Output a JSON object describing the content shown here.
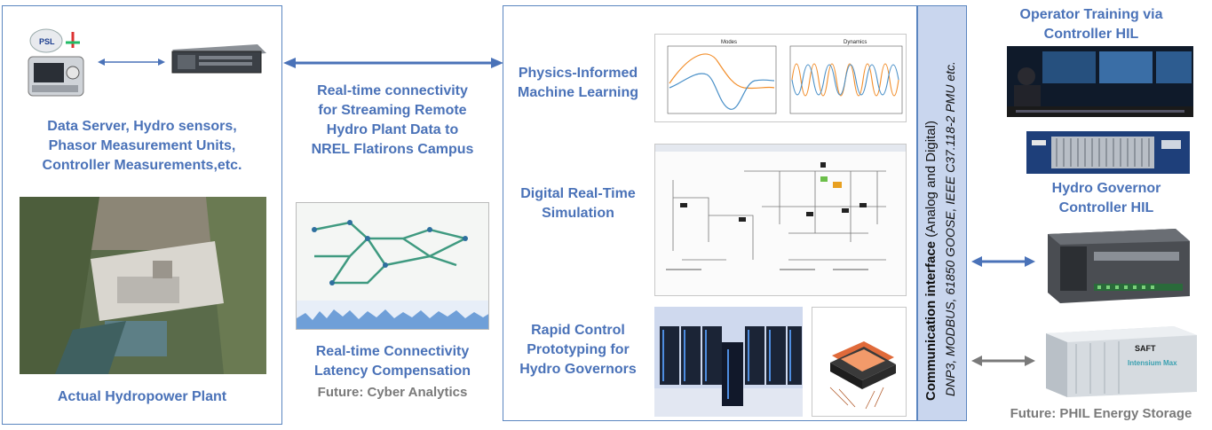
{
  "left_panel": {
    "caption_lines": [
      "Data Server, Hydro sensors,",
      "Phasor Measurement Units,",
      "Controller Measurements,etc."
    ],
    "plant_label": "Actual Hydropower Plant",
    "sensor_logo": "PSL"
  },
  "middle_column": {
    "connectivity_lines": [
      "Real-time connectivity",
      "for Streaming Remote",
      "Hydro Plant Data to",
      "NREL Flatirons Campus"
    ],
    "latency_lines": [
      "Real-time Connectivity",
      "Latency Compensation"
    ],
    "future_cyber": "Future: Cyber Analytics"
  },
  "center_panel": {
    "piml_lines": [
      "Physics-Informed",
      "Machine Learning"
    ],
    "drts_lines": [
      "Digital Real-Time",
      "Simulation"
    ],
    "rcp_lines": [
      "Rapid Control",
      "Prototyping for",
      "Hydro Governors"
    ],
    "plot_modes_title": "Modes",
    "plot_dynamics_title": "Dynamics"
  },
  "comm_interface": {
    "title_bold": "Communication interface",
    "title_rest": " (Analog and Digital)",
    "protocols": "DNP3, MODBUS, 61850 GOOSE, IEEE C37.118-2 PMU etc."
  },
  "right_column": {
    "training_lines": [
      "Operator Training via",
      "Controller HIL"
    ],
    "governor_lines": [
      "Hydro Governor",
      "Controller HIL"
    ],
    "future_phil": "Future: PHIL Energy Storage",
    "container_brand": "SAFT",
    "container_label": "Intensium Max"
  },
  "colors": {
    "accent_blue": "#4a72b8",
    "border_blue": "#5b86c0",
    "comm_fill": "#c9d6ee",
    "future_gray": "#7a7a7a"
  }
}
